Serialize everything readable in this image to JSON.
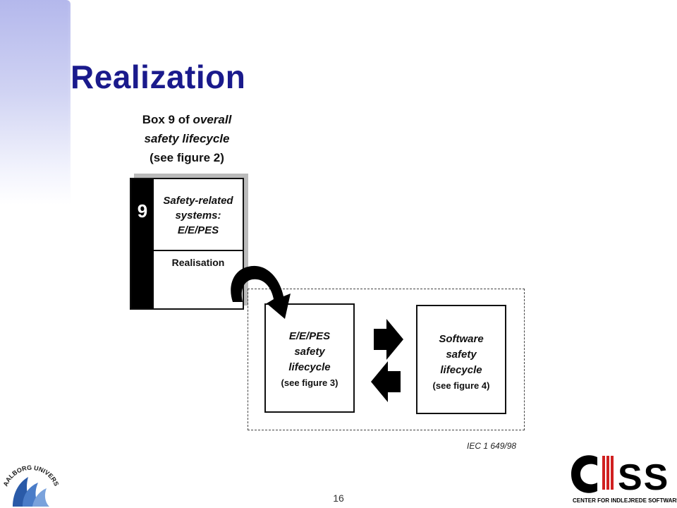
{
  "slide": {
    "title": "Realization",
    "page_number": "16"
  },
  "caption": {
    "line1_prefix": "Box 9 of ",
    "line1_italic": "overall",
    "line2": "safety lifecycle",
    "line3": "(see figure 2)"
  },
  "box9": {
    "number": "9",
    "title_lines": [
      "Safety-related",
      "systems:",
      "E/E/PES"
    ],
    "lower_label": "Realisation"
  },
  "eepes_box": {
    "lines": [
      "E/E/PES",
      "safety",
      "lifecycle"
    ],
    "ref": "(see figure 3)"
  },
  "software_box": {
    "lines": [
      "Software",
      "safety",
      "lifecycle"
    ],
    "ref": "(see figure 4)"
  },
  "figure_ref": "IEC   1 649/98",
  "logos": {
    "university": "AALBORG UNIVERSITY",
    "ciss_word": "CISS",
    "ciss_tagline": "CENTER FOR INDLEJREDE SOFTWARE SYSTEMER"
  },
  "colors": {
    "title": "#1a1a8c",
    "side_band": "#b4b8ec",
    "ciss_red": "#d02020",
    "university_blue": "#2a5aa8"
  }
}
